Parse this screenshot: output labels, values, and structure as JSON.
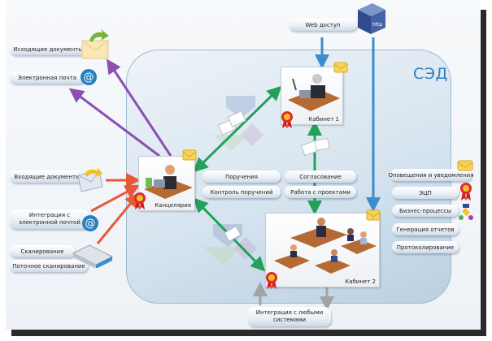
{
  "diagram": {
    "title": "СЭД",
    "external_inputs": [
      {
        "id": "outgoing",
        "label": "Исходящие документы",
        "icon": "envelope-green-arrow-icon"
      },
      {
        "id": "email",
        "label": "Электронная почта",
        "icon": "at-sign-icon"
      },
      {
        "id": "incoming",
        "label": "Входящие документы",
        "icon": "envelope-yellow-arrow-icon"
      },
      {
        "id": "email-integration",
        "label": "Интеграция с электронной почтой",
        "icon": "at-sign-icon"
      },
      {
        "id": "scanning",
        "label": "Сканирование",
        "icon": "scanner-icon"
      },
      {
        "id": "stream-scanning",
        "label": "Поточное сканирование"
      }
    ],
    "web_access": {
      "label": "Web доступ",
      "icon": "http-cube-icon"
    },
    "offices": [
      {
        "id": "chancellery",
        "label": "Канцелярия"
      },
      {
        "id": "cabinet1",
        "label": "Кабинет 1"
      },
      {
        "id": "cabinet2",
        "label": "Кабинет 2"
      }
    ],
    "center_functions": [
      "Поручения",
      "Согласование",
      "Контроль поручений",
      "Работа с проектами"
    ],
    "side_functions": [
      {
        "label": "Оповещения и уведомления",
        "icon": "notification-icon"
      },
      {
        "label": "ЭЦП",
        "icon": "seal-ribbon-icon"
      },
      {
        "label": "Бизнес-процессы",
        "icon": "business-process-icon"
      },
      {
        "label": "Генерация отчетов"
      },
      {
        "label": "Протоколирование"
      }
    ],
    "integration": {
      "label": "Интеграция с любыми системами"
    },
    "colors": {
      "accent": "#2a7fc0",
      "outgoing_arrow": "#8a4fb0",
      "incoming_arrow": "#e9573a",
      "internal_arrow": "#23a05a",
      "web_arrow": "#3a8ed0",
      "integration_arrow": "#a0a4a8"
    }
  }
}
